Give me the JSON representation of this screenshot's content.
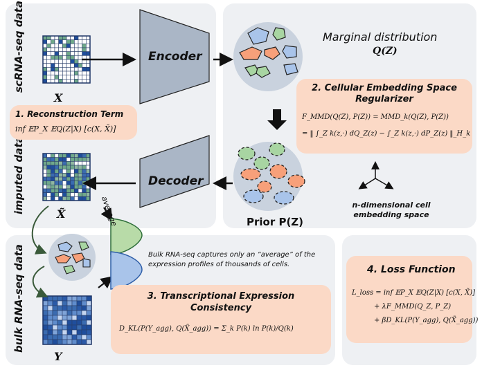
{
  "labels": {
    "scrna": "scRNA-seq data",
    "imputed": "imputed data",
    "bulk": "bulk RNA-seq data",
    "X": "X",
    "Xtilde": "X̃",
    "Y": "Y",
    "encoder": "Encoder",
    "decoder": "Decoder",
    "average": "average",
    "marginal_title": "Marginal distribution",
    "marginal_expr": "Q(Z)",
    "prior": "Prior P(Z)",
    "embedding_space": "n-dimensional cell embedding space",
    "bulk_note": "Bulk RNA-seq captures only an “average” of the expression profiles of thousands of cells."
  },
  "reconstruction": {
    "title": "1. Reconstruction Term",
    "formula": "inf 𝔼P_X 𝔼Q(Z|X) [c(X, X̃)]"
  },
  "regularizer": {
    "title": "2. Cellular Embedding Space Regularizer",
    "line1": "F_MMD(Q(Z), P(Z)) = MMD_k(Q(Z), P(Z))",
    "line2": "= ‖ ∫_Z k(z,·) dQ_Z(z) − ∫_Z k(z,·) dP_Z(z) ‖_H_k"
  },
  "consistency": {
    "title": "3. Transcriptional Expression Consistency",
    "formula": "D_KL(P(Y_agg), Q(X̃_agg)) = Σ_k P(k) ln P(k)/Q(k)"
  },
  "loss": {
    "title": "4. Loss Function",
    "line1": "L_loss = inf 𝔼P_X 𝔼Q(Z|X) [c(X, X̃)]",
    "line2": "+ λF_MMD(Q_Z, P_Z)",
    "line3": "+ βD_KL(P(Y_agg), Q(X̃_agg))"
  },
  "colors": {
    "panel": "#eef0f3",
    "pink": "#fbd9c6",
    "trapezoid": "#aab6c6",
    "green_cell": "#a8d5a2",
    "blue_cell": "#a9c4ea",
    "orange_cell": "#f7a07a",
    "matrix_blue": "#1f4e9c",
    "matrix_green": "#6fa88a"
  }
}
